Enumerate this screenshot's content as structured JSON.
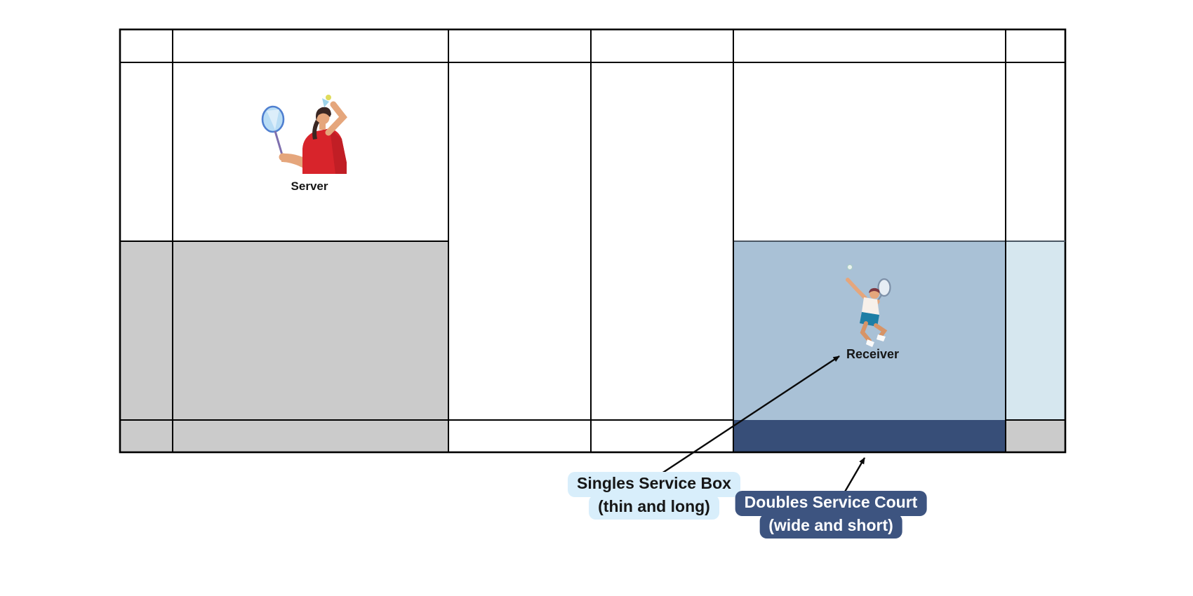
{
  "diagram": {
    "server_label": "Server",
    "receiver_label": "Receiver"
  },
  "callouts": {
    "singles": {
      "line1": "Singles Service Box",
      "line2": "(thin and long)"
    },
    "doubles": {
      "line1": "Doubles Service Court",
      "line2": "(wide and short)"
    }
  },
  "icons": {
    "server_player": "badminton-server-woman-illustration",
    "receiver_player": "badminton-receiver-man-jumping-illustration",
    "shuttlecock": "shuttlecock-dot",
    "arrows": "black-pointer-arrows"
  },
  "colors": {
    "court_line": "#000000",
    "left_service_area_fill": "#cbcbcb",
    "singles_doubles_overlap_fill": "#a9c1d6",
    "singles_only_strip_fill": "#d6e7ef",
    "doubles_only_strip_fill": "#374e78",
    "corner_alley_fill": "#cbcbcb",
    "center_line_over_blue": "#4a5663",
    "singles_callout_bg": "#d8eefb",
    "singles_callout_text": "#161616",
    "doubles_callout_bg": "#3d5480",
    "doubles_callout_text": "#ffffff"
  }
}
